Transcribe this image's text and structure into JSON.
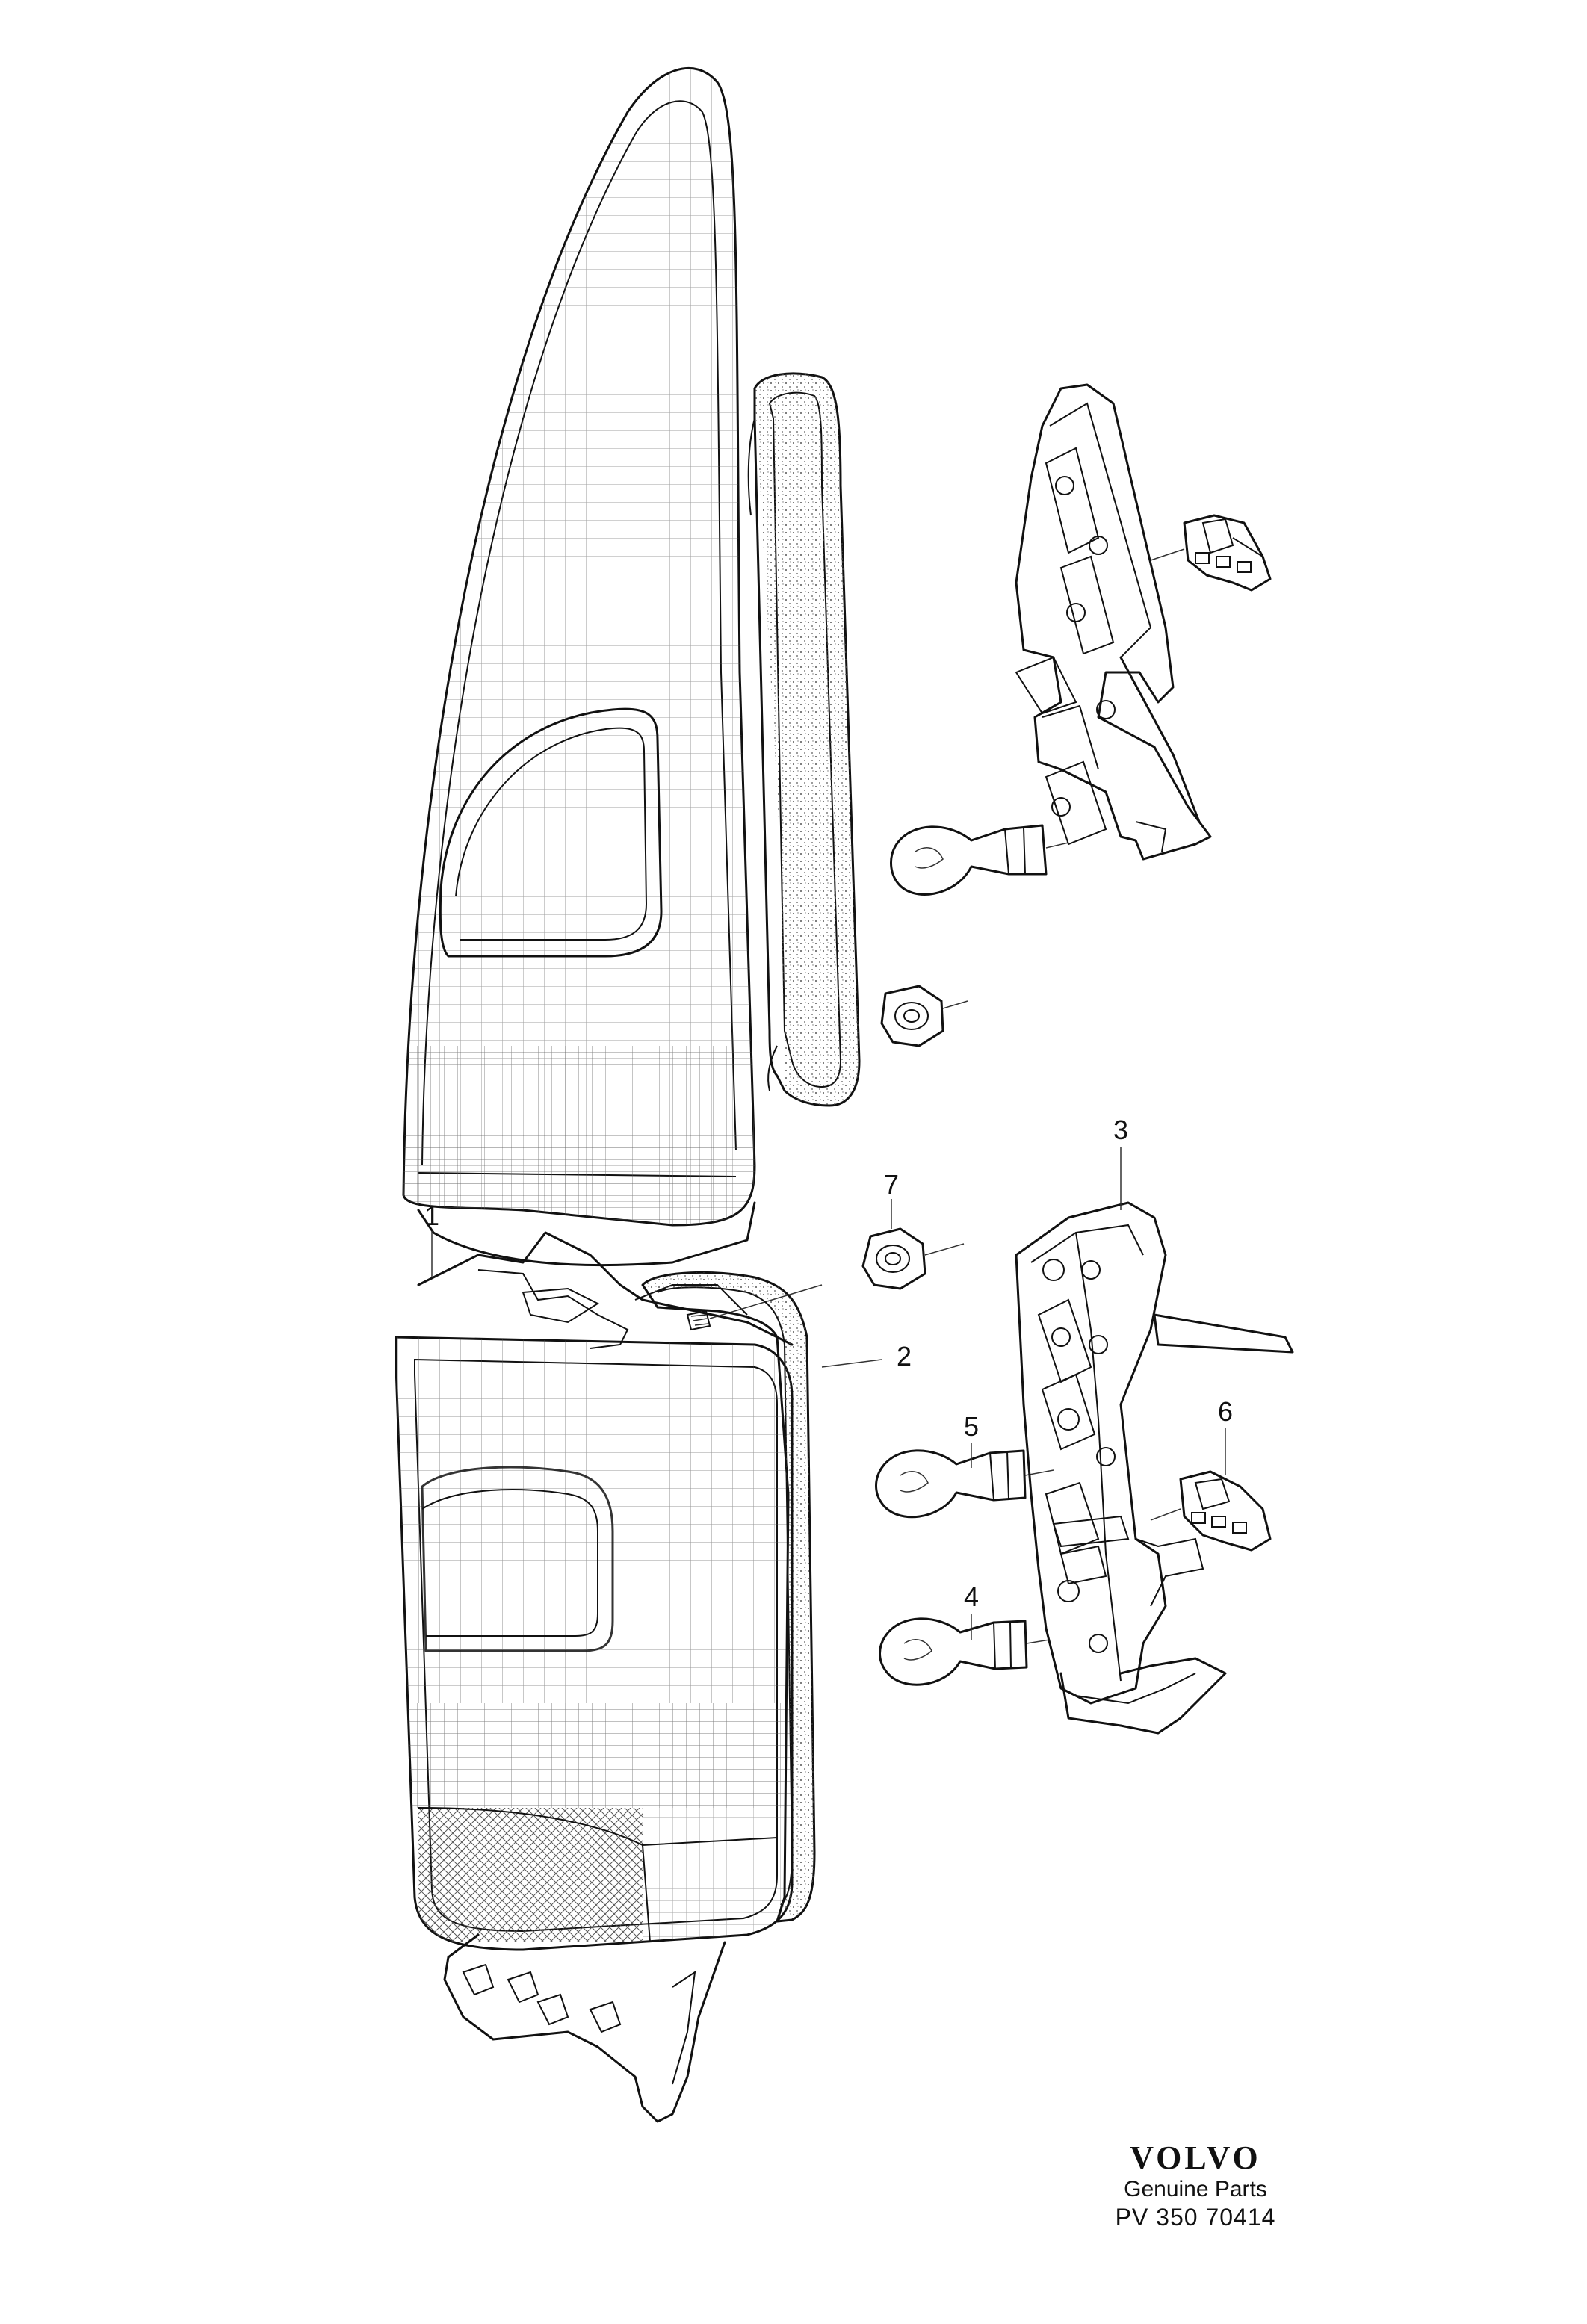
{
  "callouts": [
    "1",
    "2",
    "3",
    "4",
    "5",
    "6",
    "7"
  ],
  "brand": {
    "logo_text": "VOLVO",
    "subtitle": "Genuine Parts",
    "code": "PV 350  70414"
  },
  "colors": {
    "ink": "#111111",
    "paper": "#ffffff"
  }
}
